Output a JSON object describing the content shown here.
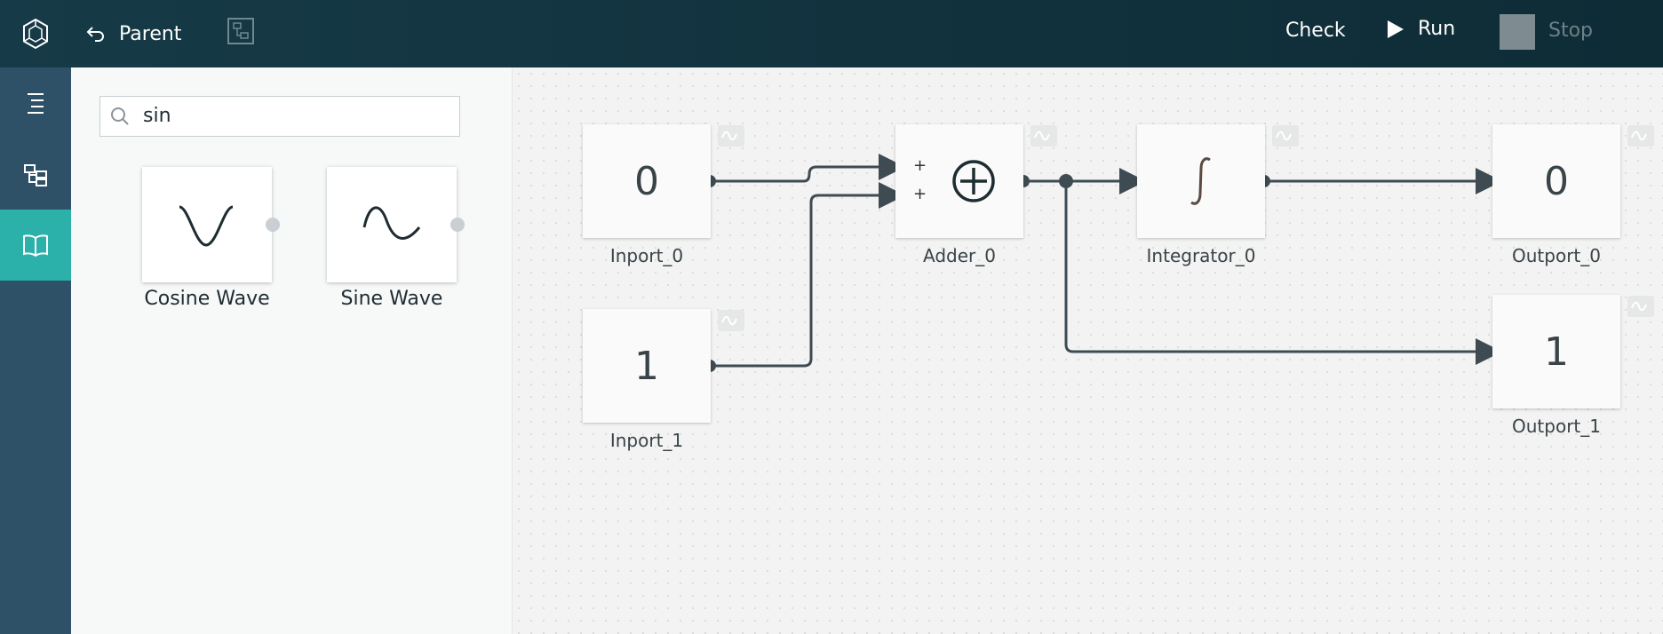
{
  "topbar": {
    "parent_label": "Parent",
    "check_label": "Check",
    "run_label": "Run",
    "stop_label": "Stop"
  },
  "library": {
    "search_value": "sin",
    "blocks": [
      {
        "label": "Cosine Wave"
      },
      {
        "label": "Sine Wave"
      }
    ]
  },
  "canvas": {
    "blocks": [
      {
        "id": "inport_0",
        "label": "Inport_0",
        "symbol": "0"
      },
      {
        "id": "inport_1",
        "label": "Inport_1",
        "symbol": "1"
      },
      {
        "id": "adder_0",
        "label": "Adder_0",
        "symbol": "⊕",
        "inputs": [
          "+",
          "+"
        ]
      },
      {
        "id": "integrator_0",
        "label": "Integrator_0",
        "symbol": "∫"
      },
      {
        "id": "outport_0",
        "label": "Outport_0",
        "symbol": "0"
      },
      {
        "id": "outport_1",
        "label": "Outport_1",
        "symbol": "1"
      }
    ]
  },
  "colors": {
    "topbar": "#163a47",
    "sidenav": "#2f5168",
    "active_nav": "#2bb0aa",
    "wire": "#3f4b52"
  }
}
